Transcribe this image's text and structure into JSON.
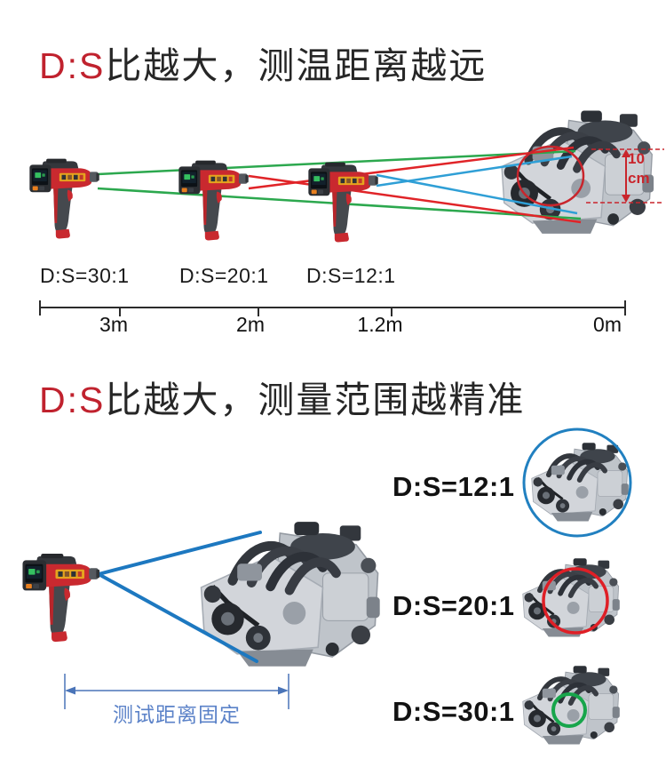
{
  "section1": {
    "title": {
      "accent": "D:S",
      "rest": "比越大，测温距离越远"
    },
    "ds_ratio_labels": [
      "D:S=30:1",
      "D:S=20:1",
      "D:S=12:1"
    ],
    "distance_axis": {
      "labels": [
        "3m",
        "2m",
        "1.2m",
        "0m"
      ]
    },
    "spot_dimension": {
      "value": "10",
      "unit": "cm"
    },
    "spot_circle_color": "#c9252c",
    "beams": [
      {
        "gun": "left",
        "ds": "30:1",
        "distance": "3m",
        "color": "#2ca84e"
      },
      {
        "gun": "middle",
        "ds": "20:1",
        "distance": "2m",
        "color": "#e02428"
      },
      {
        "gun": "right",
        "ds": "12:1",
        "distance": "1.2m",
        "color": "#2f9fd6"
      }
    ]
  },
  "section2": {
    "title": {
      "accent": "D:S",
      "rest": "比越大，测量范围越精准"
    },
    "fixed_distance_label": "测试距离固定",
    "cone_color": "#1d78c0",
    "dimension_arrow_color": "#4a74b8",
    "rows": [
      {
        "label": "D:S=12:1",
        "spot_color": "#2180c0"
      },
      {
        "label": "D:S=20:1",
        "spot_color": "#df1f26"
      },
      {
        "label": "D:S=30:1",
        "spot_color": "#17a54b"
      }
    ]
  },
  "colors": {
    "accent_red": "#c0222e",
    "text_dark": "#262626",
    "dimension_blue": "#5b82c8",
    "axis_dark": "#2b2b2b"
  }
}
